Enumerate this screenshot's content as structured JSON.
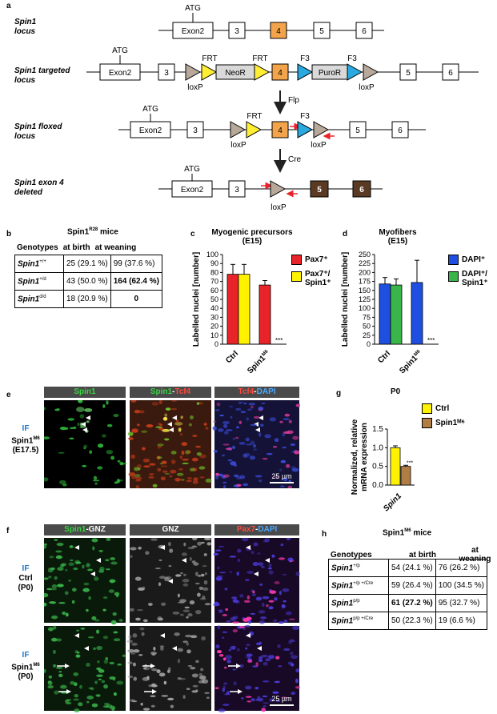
{
  "panels": {
    "a": "a",
    "b": "b",
    "c": "c",
    "d": "d",
    "e": "e",
    "f": "f",
    "g": "g",
    "h": "h"
  },
  "panel_a": {
    "loci": [
      {
        "name": "Spin1",
        "suffix": "locus"
      },
      {
        "name": "Spin1",
        "suffix": "targeted locus"
      },
      {
        "name": "Spin1",
        "suffix": "floxed locus"
      },
      {
        "name": "Spin1",
        "suffix": "exon 4 deleted"
      }
    ],
    "atg": "ATG",
    "exon2": "Exon2",
    "exons": [
      "3",
      "4",
      "5",
      "6"
    ],
    "frt": "FRT",
    "f3": "F3",
    "loxp": "loxP",
    "neor": "NeoR",
    "puror": "PuroR",
    "flp": "Flp",
    "cre": "Cre",
    "colors": {
      "exon4": "#f3a44a",
      "exon_deleted": "#5a3a22",
      "loxp": "#b8a89a",
      "frt": "#ffee33",
      "f3": "#29a9e0",
      "cassette": "#d9d9d9"
    }
  },
  "panel_b": {
    "title": "Spin1",
    "title_sup": "R28",
    "title_suffix": " mice",
    "header": [
      "Genotypes",
      "at birth",
      "at weaning"
    ],
    "rows": [
      {
        "genotype": "Spin1",
        "sup": "+/+",
        "birth": "25 (29.1 %)",
        "weaning": "99 (37.6 %)"
      },
      {
        "genotype": "Spin1",
        "sup": "+/d",
        "birth": "43 (50.0 %)",
        "weaning": "164 (62.4 %)"
      },
      {
        "genotype": "Spin1",
        "sup": "d/d",
        "birth": "18 (20.9 %)",
        "weaning": "0"
      }
    ]
  },
  "panel_c": {
    "title": "Myogenic precursors",
    "subtitle": "(E15)",
    "ylabel": "Labelled nuclei [number]",
    "legend": [
      {
        "label": "Pax7⁺",
        "color": "#e8242a"
      },
      {
        "label": "Pax7⁺/ Spin1⁺",
        "color": "#fff200"
      }
    ]
  },
  "panel_d": {
    "title": "Myofibers",
    "subtitle": "(E15)",
    "ylabel": "Labelled nuclei [number]",
    "legend": [
      {
        "label": "DAPI⁺",
        "color": "#1f4fe0"
      },
      {
        "label": "DAPI⁺/ Spin1⁺",
        "color": "#3ab54a"
      }
    ]
  },
  "panel_g": {
    "title": "P0",
    "ylabel": "Normalized, relative mRNA expression",
    "xlabel": "Spin1",
    "legend": [
      {
        "label": "Ctrl",
        "color": "#fff200"
      },
      {
        "label": "Spin1ᴹ⁶",
        "color": "#b07d45"
      }
    ]
  },
  "panel_e": {
    "headers": [
      "Spin1",
      "Spin1-Tcf4",
      "Tcf4-DAPI"
    ],
    "side": {
      "if": "IF",
      "name": "Spin1",
      "sup": "M6",
      "stage": "(E17.5)"
    },
    "scale": "25 µm"
  },
  "panel_f": {
    "headers": [
      "Spin1-GNZ",
      "GNZ",
      "Pax7-DAPI"
    ],
    "side1": {
      "if": "IF",
      "name": "Ctrl",
      "stage": "(P0)"
    },
    "side2": {
      "if": "IF",
      "name": "Spin1",
      "sup": "M6",
      "stage": "(P0)"
    },
    "scale": "25 µm"
  },
  "panel_h": {
    "title": "Spin1",
    "title_sup": "M6",
    "title_suffix": " mice",
    "header": [
      "Genotypes",
      "at birth",
      "at weaning"
    ],
    "rows": [
      {
        "genotype": "Spin1",
        "sup": "+/p",
        "birth": "54 (24.1 %)",
        "weaning": "76 (26.2 %)"
      },
      {
        "genotype": "Spin1",
        "sup": "+/p +/Cre",
        "birth": "59 (26.4 %)",
        "weaning": "100 (34.5 %)"
      },
      {
        "genotype": "Spin1",
        "sup": "p/p",
        "birth": "61 (27.2 %)",
        "weaning": "95 (32.7 %)"
      },
      {
        "genotype": "Spin1",
        "sup": "p/p +/Cre",
        "birth": "50 (22.3 %)",
        "weaning": "19 (6.6 %)"
      }
    ]
  },
  "chart_data": [
    {
      "type": "bar",
      "title": "Myogenic precursors",
      "subtitle": "(E15)",
      "ylabel": "Labelled nuclei [number]",
      "categories": [
        "Ctrl",
        "Spin1M6"
      ],
      "ylim": [
        0,
        100
      ],
      "yticks": [
        0,
        10,
        20,
        30,
        40,
        50,
        60,
        70,
        80,
        90,
        100
      ],
      "series": [
        {
          "name": "Pax7⁺",
          "values": [
            78,
            66
          ],
          "errors": [
            11,
            5
          ]
        },
        {
          "name": "Pax7⁺/ Spin1⁺",
          "values": [
            78,
            0
          ],
          "errors": [
            11,
            0
          ]
        }
      ],
      "annotation": "***"
    },
    {
      "type": "bar",
      "title": "Myofibers",
      "subtitle": "(E15)",
      "ylabel": "Labelled nuclei [number]",
      "categories": [
        "Ctrl",
        "Spin1M6"
      ],
      "ylim": [
        0,
        250
      ],
      "yticks": [
        0,
        25,
        50,
        75,
        100,
        125,
        150,
        175,
        200,
        225,
        250
      ],
      "series": [
        {
          "name": "DAPI⁺",
          "values": [
            168,
            172
          ],
          "errors": [
            18,
            62
          ]
        },
        {
          "name": "DAPI⁺/ Spin1⁺",
          "values": [
            165,
            0
          ],
          "errors": [
            17,
            0
          ]
        }
      ],
      "annotation": "***"
    },
    {
      "type": "bar",
      "title": "P0",
      "ylabel": "Normalized, relative mRNA expression",
      "xlabel": "Spin1",
      "categories": [
        "Spin1"
      ],
      "ylim": [
        0,
        1.5
      ],
      "yticks": [
        0.0,
        0.5,
        1.0,
        1.5
      ],
      "series": [
        {
          "name": "Ctrl",
          "values": [
            1.0
          ],
          "errors": [
            0.05
          ]
        },
        {
          "name": "Spin1ᴹ⁶",
          "values": [
            0.5
          ],
          "errors": [
            0.03
          ]
        }
      ],
      "annotation": "***"
    }
  ]
}
